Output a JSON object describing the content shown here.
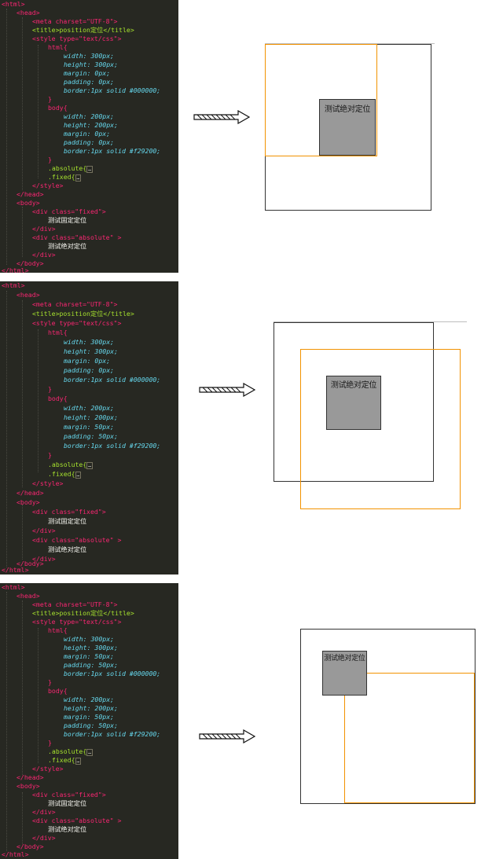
{
  "panels": [
    {
      "code": {
        "html_open": "<html>",
        "head_open": "<head>",
        "meta": "<meta charset=\"UTF-8\">",
        "title": "<title>position定位</title>",
        "style_open": "<style type=\"text/css\">",
        "html_sel": "html{",
        "html_width": "width: 300px;",
        "html_height": "height: 300px;",
        "html_margin": "margin: 0px;",
        "html_padding": "padding: 0px;",
        "html_border": "border:1px solid #000000;",
        "html_close": "}",
        "body_sel": "body{",
        "body_width": "width: 200px;",
        "body_height": "height: 200px;",
        "body_margin": "margin: 0px;",
        "body_padding": "padding: 0px;",
        "body_border": "border:1px solid #f29200;",
        "body_close": "}",
        "absolute_rule": ".absolute{",
        "fixed_rule": ".fixed{",
        "style_close": "</style>",
        "head_close": "</head>",
        "body_open": "<body>",
        "div_fixed": "<div class=\"fixed\">",
        "fixed_text": "测试固定定位",
        "div_close1": "</div>",
        "div_absolute": "<div class=\"absolute\" >",
        "absolute_text": "测试绝对定位",
        "div_close2": "</div>",
        "body_close_tag": "</body>",
        "html_close_tag": "</html>"
      },
      "demo_label": "测试绝对定位"
    },
    {
      "code": {
        "html_open": "<html>",
        "head_open": "<head>",
        "meta": "<meta charset=\"UTF-8\">",
        "title": "<title>position定位</title>",
        "style_open": "<style type=\"text/css\">",
        "html_sel": "html{",
        "html_width": "width: 300px;",
        "html_height": "height: 300px;",
        "html_margin": "margin: 0px;",
        "html_padding": "padding: 0px;",
        "html_border": "border:1px solid #000000;",
        "html_close": "}",
        "body_sel": "body{",
        "body_width": "width: 200px;",
        "body_height": "height: 200px;",
        "body_margin": "margin: 50px;",
        "body_padding": "padding: 50px;",
        "body_border": "border:1px solid #f29200;",
        "body_close": "}",
        "absolute_rule": ".absolute{",
        "fixed_rule": ".fixed{",
        "style_close": "</style>",
        "head_close": "</head>",
        "body_open": "<body>",
        "div_fixed": "<div class=\"fixed\">",
        "fixed_text": "测试固定定位",
        "div_close1": "</div>",
        "div_absolute": "<div class=\"absolute\" >",
        "absolute_text": "测试绝对定位",
        "div_close2": "</div>",
        "body_close_tag": "</body>",
        "html_close_tag": "</html>"
      },
      "demo_label": "测试绝对定位"
    },
    {
      "code": {
        "html_open": "<html>",
        "head_open": "<head>",
        "meta": "<meta charset=\"UTF-8\">",
        "title": "<title>position定位</title>",
        "style_open": "<style type=\"text/css\">",
        "html_sel": "html{",
        "html_width": "width: 300px;",
        "html_height": "height: 300px;",
        "html_margin": "margin: 50px;",
        "html_padding": "padding: 50px;",
        "html_border": "border:1px solid #000000;",
        "html_close": "}",
        "body_sel": "body{",
        "body_width": "width: 200px;",
        "body_height": "height: 200px;",
        "body_margin": "margin: 50px;",
        "body_padding": "padding: 50px;",
        "body_border": "border:1px solid #f29200;",
        "body_close": "}",
        "absolute_rule": ".absolute{",
        "fixed_rule": ".fixed{",
        "style_close": "</style>",
        "head_close": "</head>",
        "body_open": "<body>",
        "div_fixed": "<div class=\"fixed\">",
        "fixed_text": "测试固定定位",
        "div_close1": "</div>",
        "div_absolute": "<div class=\"absolute\" >",
        "absolute_text": "测试绝对定位",
        "div_close2": "</div>",
        "body_close_tag": "</body>",
        "html_close_tag": "</html>"
      },
      "demo_label": "测试绝对定位"
    }
  ],
  "icons": {
    "arrow": "right-arrow-icon"
  },
  "colors": {
    "editor_bg": "#272822",
    "html_border": "#000000",
    "body_border": "#f29200",
    "absolute_fill": "#999999"
  }
}
